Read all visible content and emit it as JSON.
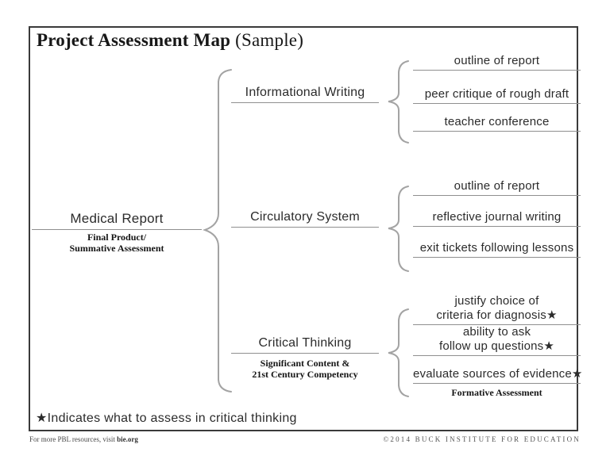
{
  "title": {
    "main": "Project Assessment Map",
    "suffix": "(Sample)"
  },
  "root": {
    "label": "Medical Report",
    "sublabel": [
      "Final Product/",
      "Summative Assessment"
    ]
  },
  "branches": [
    {
      "label": "Informational Writing",
      "items": [
        {
          "line1": "outline of report"
        },
        {
          "line1": "peer critique of rough draft"
        },
        {
          "line1": "teacher conference"
        }
      ]
    },
    {
      "label": "Circulatory System",
      "items": [
        {
          "line1": "outline of report"
        },
        {
          "line1": "reflective journal writing"
        },
        {
          "line1": "exit tickets following lessons"
        }
      ]
    },
    {
      "label": "Critical Thinking",
      "sublabel": [
        "Significant Content &",
        "21st Century Competency"
      ],
      "items": [
        {
          "line1": "justify choice of",
          "line2": "criteria for diagnosis★"
        },
        {
          "line1": "ability to ask",
          "line2": "follow up questions★"
        },
        {
          "line1": "evaluate sources of evidence★"
        }
      ],
      "items_sublabel": "Formative Assessment"
    }
  ],
  "footnote": "★Indicates what to assess in critical thinking",
  "footer": {
    "left_prefix": "For more PBL resources, visit ",
    "left_bold": "bie.org",
    "right": "©2014 BUCK INSTITUTE FOR EDUCATION"
  },
  "colors": {
    "ink": "#2b2b2b",
    "underline_gray": "#8f8f8f",
    "brace_gray": "#a3a3a3",
    "frame_border": "#3a3a3a",
    "footer_text": "#4a4a4a"
  }
}
